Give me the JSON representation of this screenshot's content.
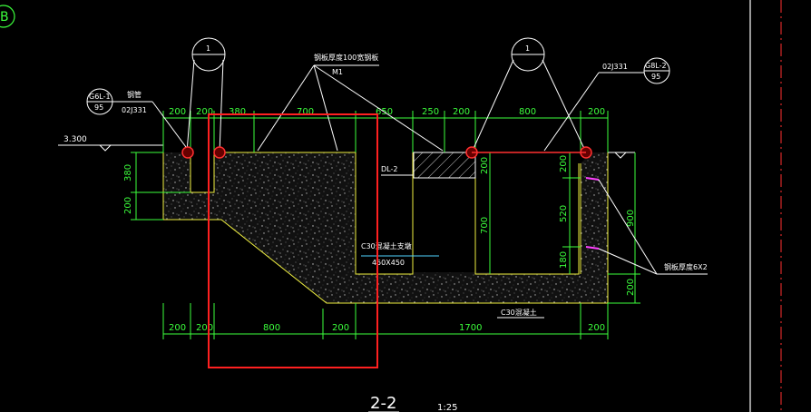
{
  "section_marker": "B",
  "elevation": "3.300",
  "detail_refs": {
    "left": {
      "top": "G6L-1",
      "bottom": "95"
    },
    "right": {
      "top": "G8L-2",
      "bottom": "95"
    }
  },
  "labels": {
    "left_pipe": "钢管",
    "left_code": "02J331",
    "right_code": "02J331",
    "top_note": "钢板厚度100宽钢板",
    "m1": "M1",
    "dl": "DL-2",
    "concrete_note": "C30混凝土支墩",
    "size_note": "450X450",
    "base_note": "C30混凝土",
    "right_note": "钢板厚度6X2"
  },
  "top_dims": [
    "200",
    "200",
    "380",
    "700",
    "650",
    "250",
    "200",
    "800",
    "200"
  ],
  "bottom_dims": [
    "200",
    "200",
    "800",
    "200",
    "1700",
    "200"
  ],
  "left_vdims": [
    "380",
    "200"
  ],
  "inner_vdims": [
    "200",
    "700",
    "200",
    "520",
    "180"
  ],
  "right_vdims": [
    "900",
    "200"
  ],
  "circle_symbol": "1",
  "title": "2-2",
  "scale": "1:25"
}
